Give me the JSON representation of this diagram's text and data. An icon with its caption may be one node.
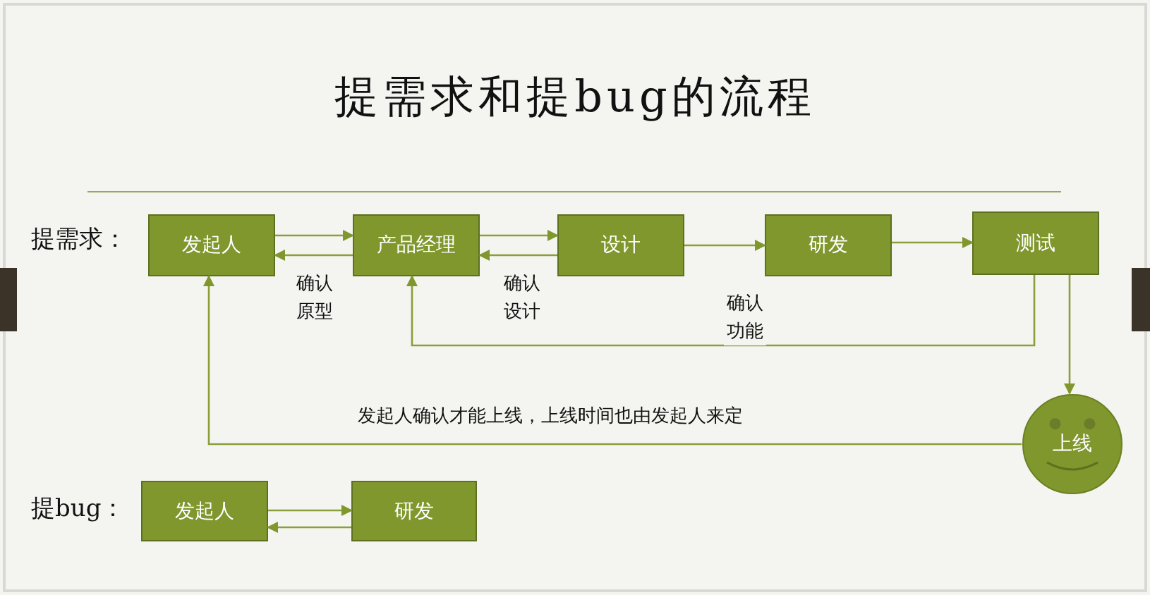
{
  "diagram": {
    "title": "提需求和提bug的流程",
    "nodes": [
      {
        "text": [
          "发起人"
        ]
      },
      {
        "text": [
          "产品经理"
        ]
      },
      {
        "text": [
          "设计"
        ]
      },
      {
        "text": [
          "研发"
        ]
      },
      {
        "text": [
          "测试"
        ]
      },
      {
        "text": [
          "上线"
        ]
      },
      {
        "text": [
          "发起人"
        ]
      },
      {
        "text": [
          "研发"
        ]
      }
    ],
    "edges": [
      {
        "from": 0,
        "to": 1,
        "arrow": "to"
      },
      {
        "from": 1,
        "to": 0,
        "arrow": "to",
        "label": "确认原型"
      },
      {
        "from": 1,
        "to": 2,
        "arrow": "to"
      },
      {
        "from": 2,
        "to": 1,
        "arrow": "to",
        "label": "确认设计"
      },
      {
        "from": 2,
        "to": 3,
        "arrow": "to"
      },
      {
        "from": 3,
        "to": 4,
        "arrow": "to"
      },
      {
        "from": 4,
        "to": 1,
        "arrow": "to",
        "label": "确认功能"
      },
      {
        "from": 4,
        "to": 5,
        "arrow": "to"
      },
      {
        "from": 5,
        "to": 0,
        "arrow": "to",
        "label": "发起人确认才能上线，上线时间也由发起人来定"
      },
      {
        "from": 6,
        "to": 7,
        "arrow": "to"
      },
      {
        "from": 7,
        "to": 6,
        "arrow": "to"
      }
    ],
    "labels": [
      "提需求：",
      "提bug："
    ]
  }
}
